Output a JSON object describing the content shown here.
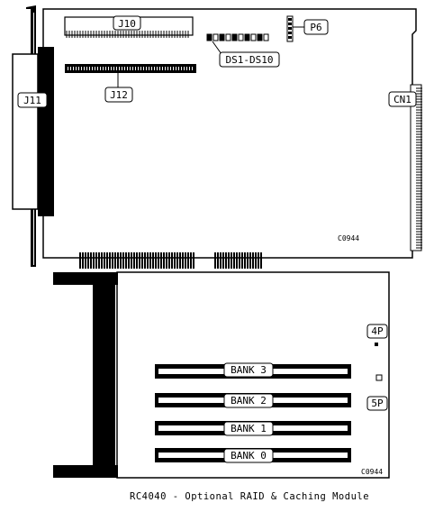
{
  "top_board": {
    "labels": {
      "j10": "J10",
      "p6": "P6",
      "ds": "DS1-DS10",
      "j11": "J11",
      "j12": "J12",
      "cn1": "CN1"
    },
    "code": "C0944"
  },
  "bottom_board": {
    "labels": {
      "p4": "4P",
      "p5": "5P",
      "bank3": "BANK 3",
      "bank2": "BANK 2",
      "bank1": "BANK 1",
      "bank0": "BANK 0"
    },
    "code": "C0944"
  },
  "caption": "RC4040 - Optional RAID & Caching Module"
}
